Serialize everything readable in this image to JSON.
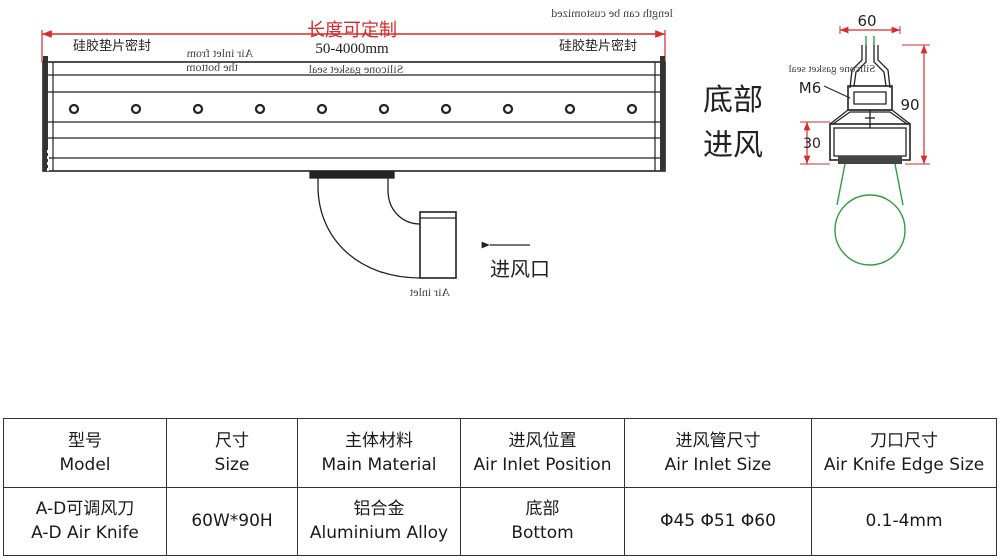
{
  "drawing": {
    "length_title": "长度可定制",
    "length_title_mirrored": "length can be customized",
    "length_range": "50-4000mm",
    "gasket_left": "硅胶垫片密封",
    "gasket_right": "硅胶垫片密封",
    "air_inlet_from_bottom_mirrored": [
      "Air inlet from",
      "the bottom"
    ],
    "silicone_gasket_seal_mirrored": "Silicone gasket seal",
    "air_inlet_mirrored": "Air inlet",
    "air_inlet_cn": "进风口",
    "bottom_inlet_cn": [
      "底部",
      "进风"
    ],
    "side_view": {
      "dim_width": "60",
      "dim_height": "90",
      "dim_lower": "30",
      "thread": "M6",
      "silicone_gasket_seal_mirrored": "Silicone gasket seal"
    },
    "colors": {
      "line": "#222222",
      "dimension": "#d62c2c",
      "tube": "#2f9e3f"
    }
  },
  "table": {
    "headers": [
      {
        "cn": "型号",
        "en": "Model"
      },
      {
        "cn": "尺寸",
        "en": "Size"
      },
      {
        "cn": "主体材料",
        "en": "Main Material"
      },
      {
        "cn": "进风位置",
        "en": "Air Inlet Position"
      },
      {
        "cn": "进风管尺寸",
        "en": "Air Inlet Size"
      },
      {
        "cn": "刀口尺寸",
        "en": "Air Knife Edge Size"
      }
    ],
    "row": [
      {
        "line1": "A-D可调风刀",
        "line2": "A-D Air Knife"
      },
      {
        "line1": "60W*90H"
      },
      {
        "line1": "铝合金",
        "line2": "Aluminium Alloy"
      },
      {
        "line1": "底部",
        "line2": "Bottom"
      },
      {
        "line1": "Φ45 Φ51 Φ60"
      },
      {
        "line1": "0.1-4mm"
      }
    ]
  }
}
